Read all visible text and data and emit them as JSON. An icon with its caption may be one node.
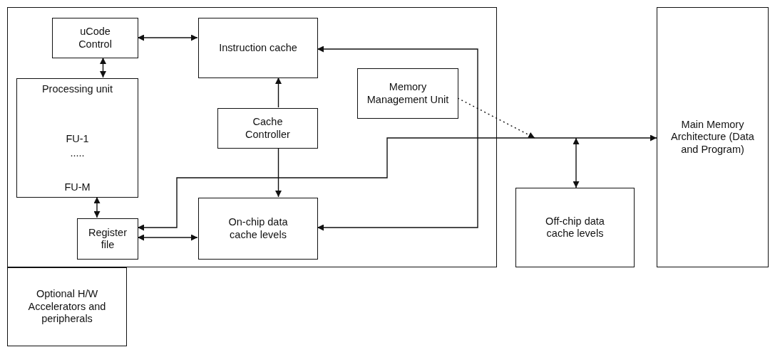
{
  "diagram": {
    "nodes": [
      {
        "text": [],
        "shape": "box"
      },
      {
        "text": [
          "uCode Control"
        ],
        "in": 0
      },
      {
        "text": [
          "Instruction cache"
        ],
        "in": 0
      },
      {
        "text": [
          "Processing unit",
          "FU-1",
          ".....",
          "FU-M"
        ],
        "in": 0
      },
      {
        "text": [
          "Memory Management Unit"
        ],
        "in": 0
      },
      {
        "text": [
          "Cache Controller"
        ],
        "in": 0
      },
      {
        "text": [
          "Register file"
        ],
        "in": 0
      },
      {
        "text": [
          "On-chip data cache levels"
        ],
        "in": 0
      },
      {
        "text": [
          "Optional H/W Accelerators and peripherals"
        ]
      },
      {
        "text": [
          "Off-chip data cache levels"
        ]
      },
      {
        "text": [
          "Main Memory Architecture (Data and Program)"
        ]
      }
    ],
    "edges": [
      {
        "from": 1,
        "to": 2,
        "arrow": "both"
      },
      {
        "from": 1,
        "to": 3,
        "arrow": "both"
      },
      {
        "from": 5,
        "to": 2,
        "arrow": "to"
      },
      {
        "from": 2,
        "to": 7,
        "arrow": "both"
      },
      {
        "from": 5,
        "to": 7,
        "arrow": "to"
      },
      {
        "from": 3,
        "to": 6,
        "arrow": "both"
      },
      {
        "from": 6,
        "to": 7,
        "arrow": "both"
      },
      {
        "from": 6,
        "to": 10,
        "arrow": "both"
      },
      {
        "from": 4,
        "to": null,
        "arrow": "to",
        "style": "dashed"
      },
      {
        "from": 9,
        "to": null,
        "arrow": "both"
      }
    ]
  }
}
